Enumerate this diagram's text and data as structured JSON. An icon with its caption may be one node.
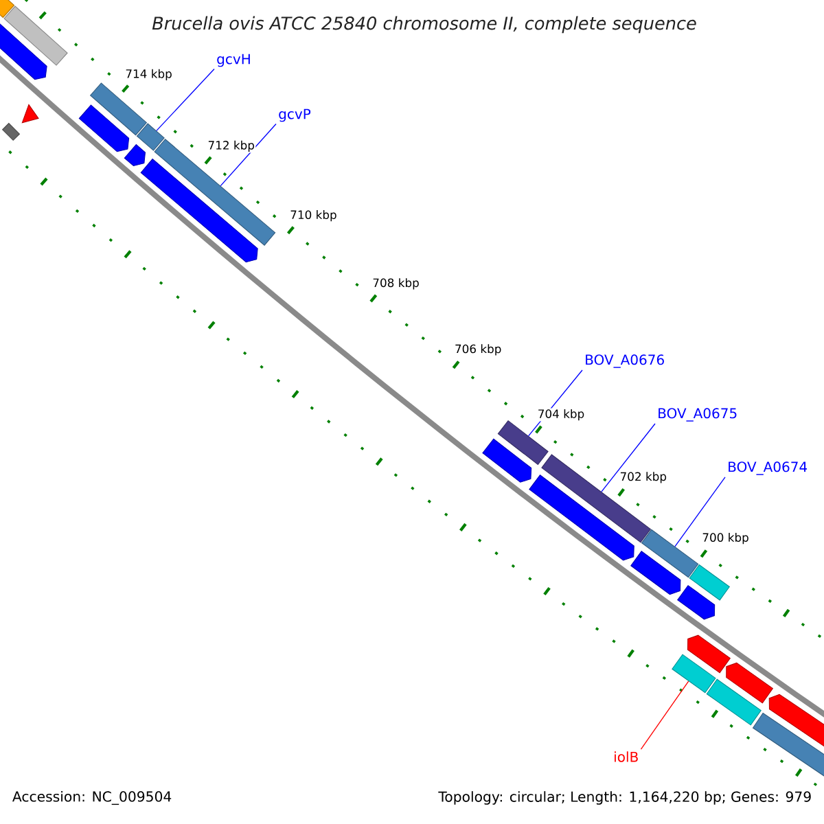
{
  "diagram": {
    "title": "*Brucella ovis* ATCC 25840 chromosome II, complete sequence",
    "nodes": [
      {
        "text": [],
        "shape": "bar"
      },
      {
        "text": [],
        "shape": "bar"
      },
      {
        "text": [],
        "shape": "pentagon"
      },
      {
        "text": [],
        "shape": "box"
      },
      {
        "text": [],
        "shape": "triangle"
      },
      {
        "text": [],
        "shape": "bar"
      },
      {
        "text": [],
        "shape": "pentagon"
      },
      {
        "text": [
          "gcvH"
        ]
      },
      {
        "text": [],
        "shape": "bar"
      },
      {
        "text": [],
        "shape": "pentagon"
      },
      {
        "text": [
          "gcvP"
        ]
      },
      {
        "text": [],
        "shape": "bar"
      },
      {
        "text": [],
        "shape": "pentagon"
      },
      {
        "text": [
          "BOV_A0676"
        ]
      },
      {
        "text": [],
        "shape": "bar"
      },
      {
        "text": [],
        "shape": "pentagon"
      },
      {
        "text": [
          "BOV_A0675"
        ]
      },
      {
        "text": [],
        "shape": "bar"
      },
      {
        "text": [],
        "shape": "pentagon"
      },
      {
        "text": [
          "BOV_A0674"
        ]
      },
      {
        "text": [],
        "shape": "bar"
      },
      {
        "text": [],
        "shape": "pentagon"
      },
      {
        "text": [],
        "shape": "bar"
      },
      {
        "text": [],
        "shape": "pentagon"
      },
      {
        "text": [
          "iolB"
        ]
      },
      {
        "text": [],
        "shape": "bar"
      },
      {
        "text": [],
        "shape": "pentagon"
      },
      {
        "text": [],
        "shape": "bar"
      },
      {
        "text": [],
        "shape": "pentagon"
      },
      {
        "text": [],
        "shape": "bar"
      },
      {
        "text": [],
        "shape": "pentagon"
      }
    ],
    "edges": [
      {
        "from": 7,
        "to": 8,
        "arrow": "none"
      },
      {
        "from": 10,
        "to": 11,
        "arrow": "none"
      },
      {
        "from": 13,
        "to": 14,
        "arrow": "none"
      },
      {
        "from": 16,
        "to": 17,
        "arrow": "none"
      },
      {
        "from": 19,
        "to": 20,
        "arrow": "none"
      },
      {
        "from": 24,
        "to": 25,
        "arrow": "none",
        "color": "#ff0000"
      }
    ],
    "labels": [
      "714 kbp",
      "712 kbp",
      "710 kbp",
      "708 kbp",
      "706 kbp",
      "704 kbp",
      "702 kbp",
      "700 kbp",
      "Accession: NC_009504",
      "Topology: circular; Length: 1,164,220 bp; Genes: 979"
    ]
  }
}
